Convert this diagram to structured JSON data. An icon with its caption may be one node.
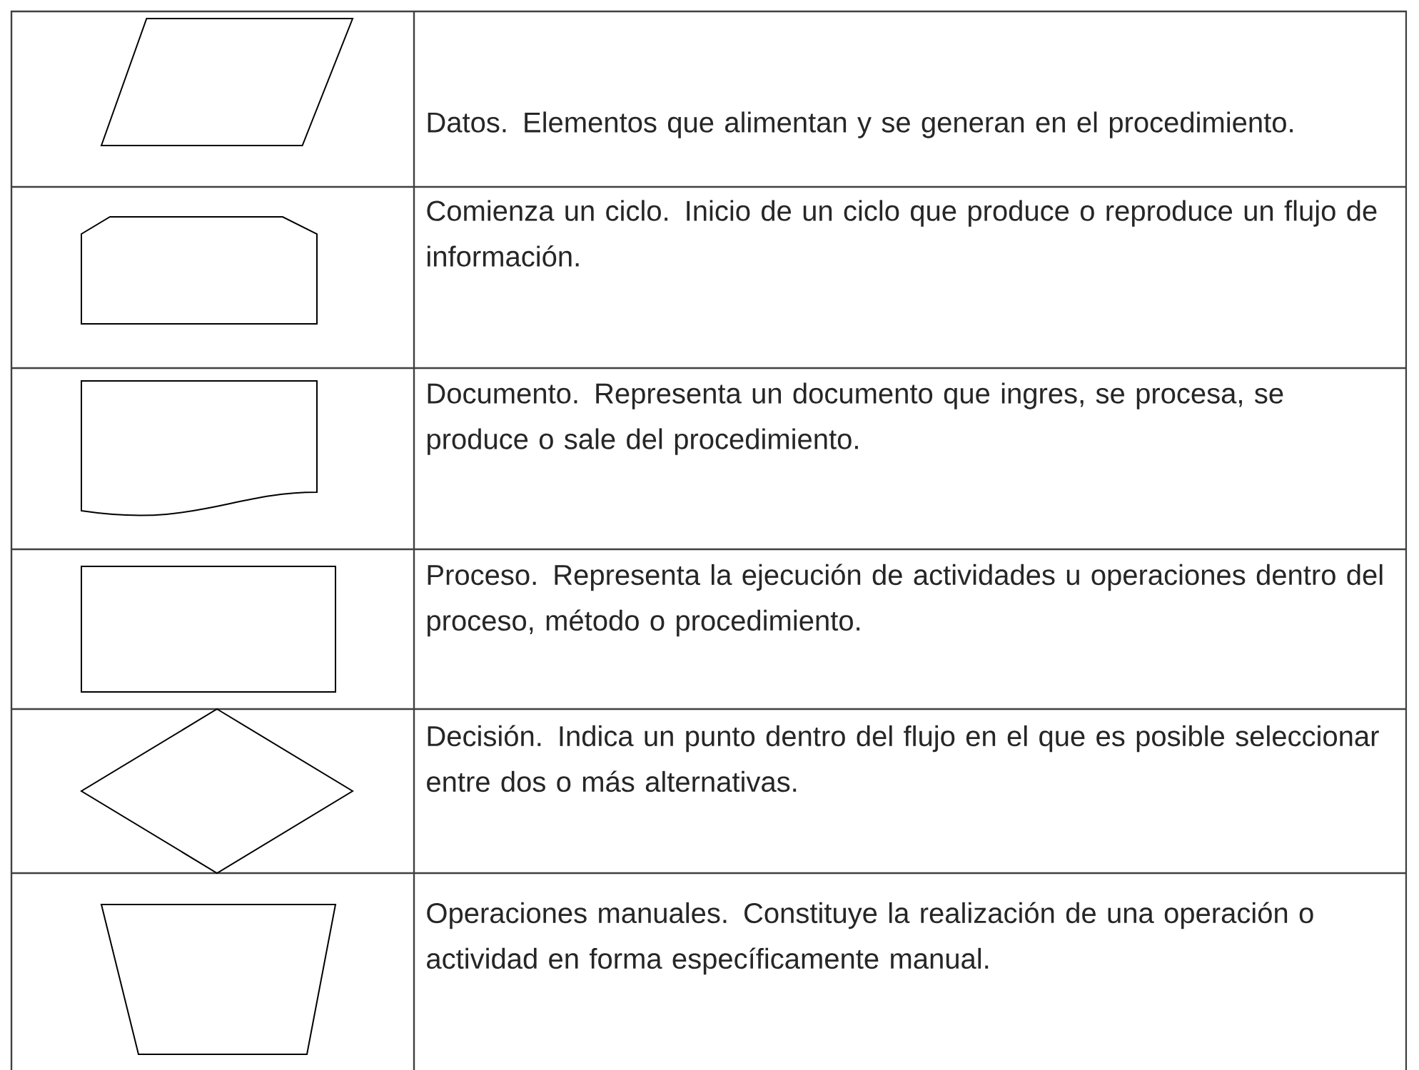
{
  "diagram": {
    "nodes": [
      {
        "text": [],
        "shape": "parallelogram"
      },
      {
        "text": [],
        "shape": "loop"
      },
      {
        "text": [],
        "shape": "document"
      },
      {
        "text": [],
        "shape": "box"
      },
      {
        "text": [],
        "shape": "diamond"
      },
      {
        "text": [],
        "shape": "trapezoid"
      }
    ],
    "edges": [],
    "labels": [
      "Datos. Elementos que alimentan y se generan en el procedimiento.",
      "Comienza un ciclo. Inicio de un ciclo que produce o reproduce un flujo de información.",
      "Documento. Representa un documento que ingres, se procesa, se produce o sale del procedimiento.",
      "Proceso.  Representa la ejecución de actividades u operaciones dentro del proceso, método o procedimiento.",
      "Decisión.  Indica un punto dentro del flujo en el que es posible seleccionar entre dos o más alternativas.",
      "Operaciones manuales. Constituye la realización de una operación o actividad en forma específicamente manual."
    ]
  }
}
